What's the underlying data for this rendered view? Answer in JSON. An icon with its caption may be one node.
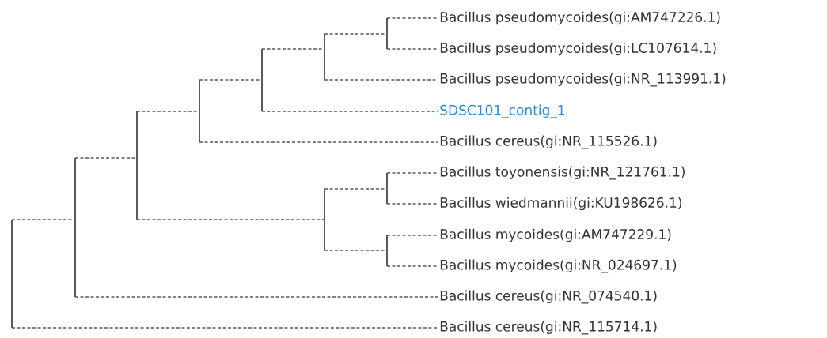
{
  "diagram": {
    "nodes": [
      {
        "text": [
          "Bacillus pseudomycoides(gi:AM747226.1)"
        ]
      },
      {
        "text": [
          "Bacillus pseudomycoides(gi:LC107614.1)"
        ]
      },
      {
        "text": [
          "Bacillus pseudomycoides(gi:NR_113991.1)"
        ]
      },
      {
        "text": [
          "SDSC101_contig_1"
        ]
      },
      {
        "text": [
          "Bacillus cereus(gi:NR_115526.1)"
        ]
      },
      {
        "text": [
          "Bacillus toyonensis(gi:NR_121761.1)"
        ]
      },
      {
        "text": [
          "Bacillus wiedmannii(gi:KU198626.1)"
        ]
      },
      {
        "text": [
          "Bacillus mycoides(gi:AM747229.1)"
        ]
      },
      {
        "text": [
          "Bacillus mycoides(gi:NR_024697.1)"
        ]
      },
      {
        "text": [
          "Bacillus cereus(gi:NR_074540.1)"
        ]
      },
      {
        "text": [
          "Bacillus cereus(gi:NR_115714.1)"
        ]
      },
      {
        "text": [],
        "shape": "bar"
      },
      {
        "text": [],
        "shape": "bar"
      },
      {
        "text": [],
        "shape": "bar"
      },
      {
        "text": [],
        "shape": "bar"
      },
      {
        "text": [],
        "shape": "bar"
      },
      {
        "text": [],
        "shape": "bar"
      },
      {
        "text": [],
        "shape": "bar"
      },
      {
        "text": [],
        "shape": "bar"
      },
      {
        "text": [],
        "shape": "bar"
      },
      {
        "text": [],
        "shape": "bar"
      }
    ],
    "edges": [
      {
        "from": 11,
        "to": 12,
        "arrow": "none"
      },
      {
        "from": 11,
        "to": 10,
        "arrow": "none"
      },
      {
        "from": 12,
        "to": 13,
        "arrow": "none"
      },
      {
        "from": 12,
        "to": 9,
        "arrow": "none"
      },
      {
        "from": 13,
        "to": 14,
        "arrow": "none"
      },
      {
        "from": 13,
        "to": 17,
        "arrow": "none"
      },
      {
        "from": 14,
        "to": 15,
        "arrow": "none"
      },
      {
        "from": 14,
        "to": 4,
        "arrow": "none"
      },
      {
        "from": 15,
        "to": 16,
        "arrow": "none"
      },
      {
        "from": 15,
        "to": 3,
        "arrow": "none"
      },
      {
        "from": 16,
        "to": 18,
        "arrow": "none"
      },
      {
        "from": 16,
        "to": 2,
        "arrow": "none"
      },
      {
        "from": 18,
        "to": 0,
        "arrow": "none"
      },
      {
        "from": 18,
        "to": 1,
        "arrow": "none"
      },
      {
        "from": 17,
        "to": 19,
        "arrow": "none"
      },
      {
        "from": 17,
        "to": 20,
        "arrow": "none"
      },
      {
        "from": 19,
        "to": 5,
        "arrow": "none"
      },
      {
        "from": 19,
        "to": 6,
        "arrow": "none"
      },
      {
        "from": 20,
        "to": 7,
        "arrow": "none"
      },
      {
        "from": 20,
        "to": 8,
        "arrow": "none"
      }
    ]
  }
}
